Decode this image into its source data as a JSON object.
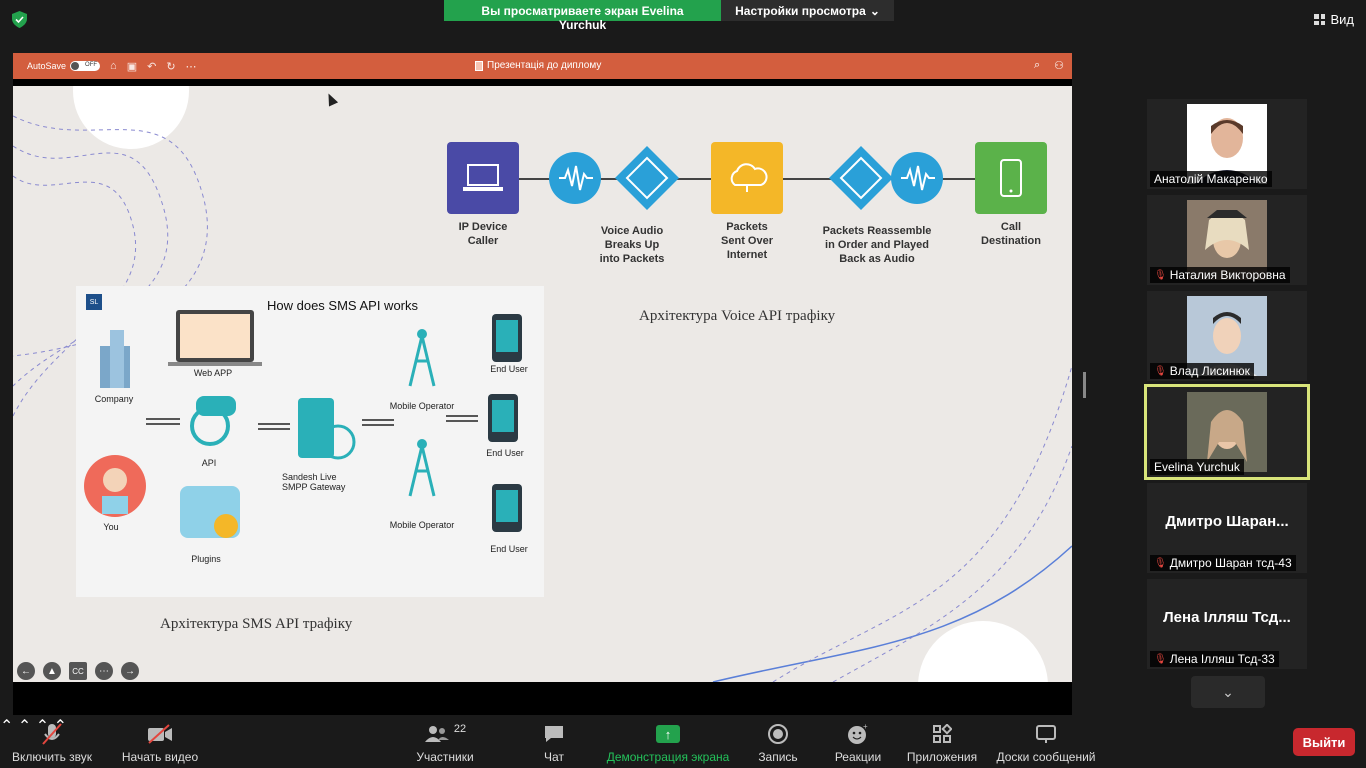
{
  "banner": {
    "sharing": "Вы просматриваете экран Evelina Yurchuk",
    "view_settings": "Настройки просмотра"
  },
  "view_button": "Вид",
  "ppt": {
    "autosave": "AutoSave",
    "toggle": "OFF",
    "title": "Презентація до диплому"
  },
  "voice": {
    "items": [
      "IP Device\nCaller",
      "Voice Audio\nBreaks Up\ninto Packets",
      "Packets\nSent Over\nInternet",
      "Packets Reassemble\nin Order and Played\nBack as Audio",
      "Call\nDestination"
    ],
    "colors": {
      "purple": "#4a4aa6",
      "blue": "#2aa0d8",
      "yellow": "#f4b728",
      "green": "#5bb24a"
    }
  },
  "sms": {
    "logo": "SL",
    "title": "How does SMS API works",
    "labels": {
      "webapp": "Web APP",
      "company": "Company",
      "api": "API",
      "gateway": "Sandesh Live\nSMPP Gateway",
      "op1": "Mobile Operator",
      "op2": "Mobile Operator",
      "you": "You",
      "plugins": "Plugins",
      "user1": "End User",
      "user2": "End User",
      "user3": "End User"
    }
  },
  "captions": {
    "voice": "Архітектура Voice API трафіку",
    "sms": "Архітектура SMS API трафіку"
  },
  "slide_controls": {
    "cc": "CC"
  },
  "participants": [
    {
      "name": "Анатолій Макаренко",
      "muted": false,
      "photo": true
    },
    {
      "name": "Наталия Викторовна",
      "muted": true,
      "photo": true
    },
    {
      "name": "Влад Лисинюк",
      "muted": true,
      "photo": true
    },
    {
      "name": "Evelina Yurchuk",
      "muted": false,
      "photo": true,
      "active": true
    },
    {
      "name": "Дмитро Шаран тсд-43",
      "big": "Дмитро  Шаран...",
      "muted": true,
      "photo": false
    },
    {
      "name": "Лена Ілляш Тсд-33",
      "big": "Лена Ілляш Тсд...",
      "muted": true,
      "photo": false
    }
  ],
  "toolbar": {
    "unmute": "Включить звук",
    "video": "Начать видео",
    "participants": "Участники",
    "participants_count": "22",
    "chat": "Чат",
    "share": "Демонстрация экрана",
    "record": "Запись",
    "reactions": "Реакции",
    "apps": "Приложения",
    "whiteboards": "Доски сообщений",
    "leave": "Выйти"
  }
}
